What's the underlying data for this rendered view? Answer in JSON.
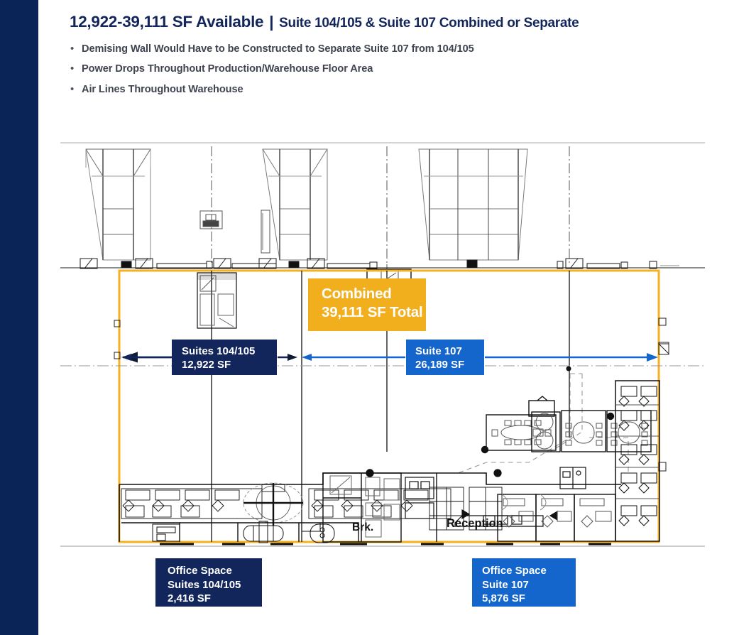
{
  "theme": {
    "navy": "#13265c",
    "rail_navy": "#0a2458",
    "blue": "#1466cc",
    "amber": "#f2af1d",
    "plan_outline": "#f5b120",
    "text_gray": "#3f4450"
  },
  "header": {
    "title_main": "12,922-39,111 SF Available",
    "title_separator": "|",
    "title_sub": "Suite 104/105 & Suite 107 Combined or Separate",
    "bullets": [
      "Demising Wall Would Have to be Constructed to Separate Suite 107 from 104/105",
      "Power Drops Throughout Production/Warehouse Floor Area",
      "Air Lines Throughout Warehouse"
    ],
    "bullet_glyph": "•"
  },
  "callouts": {
    "combined": {
      "line1": "Combined",
      "line2": "39,111 SF Total",
      "color": "#f2af1d"
    },
    "suites_104_105": {
      "line1": "Suites 104/105",
      "line2": "12,922 SF",
      "color": "#13265c"
    },
    "suite_107": {
      "line1": "Suite  107",
      "line2": "26,189 SF",
      "color": "#1466cc"
    },
    "office_104_105": {
      "line1": "Office Space",
      "line2": "Suites 104/105",
      "line3": "2,416 SF",
      "color": "#13265c"
    },
    "office_107": {
      "line1": "Office Space",
      "line2": "Suite 107",
      "line3": "5,876 SF",
      "color": "#1466cc"
    }
  },
  "plan_labels": {
    "break_room": "Brk.",
    "reception": "Reception"
  },
  "dimension_arrows": {
    "suites_104_105": {
      "direction": "double",
      "color": "#13265c"
    },
    "suite_107": {
      "direction": "double",
      "color": "#1466cc"
    }
  }
}
